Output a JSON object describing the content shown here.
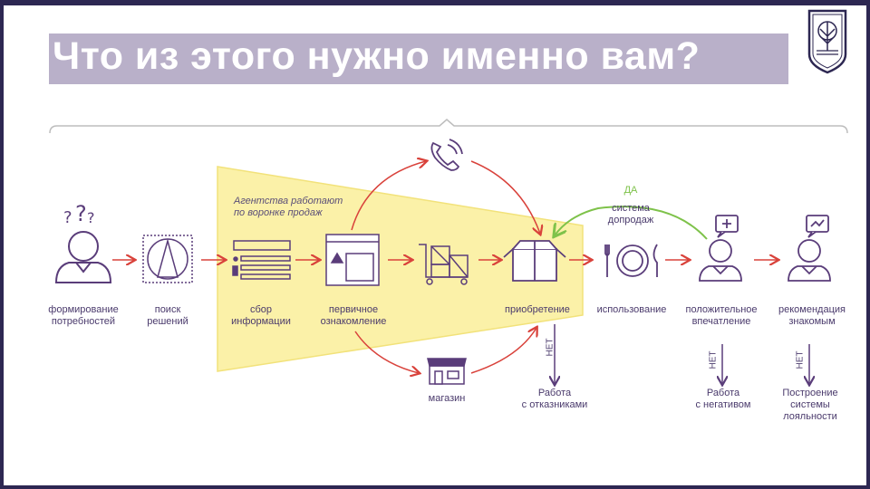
{
  "title": "Что из этого нужно именно вам?",
  "funnel_note": "Агентства работают\nпо воронке продаж",
  "stages": [
    {
      "id": "need",
      "label": "формирование\nпотребностей"
    },
    {
      "id": "search",
      "label": "поиск\nрешений"
    },
    {
      "id": "info",
      "label": "сбор\nинформации"
    },
    {
      "id": "first",
      "label": "первичное\nознакомление"
    },
    {
      "id": "purchase",
      "label": "приобретение"
    },
    {
      "id": "use",
      "label": "использование"
    },
    {
      "id": "positive",
      "label": "положительное\nвпечатление"
    },
    {
      "id": "recommend",
      "label": "рекомендация\nзнакомым"
    }
  ],
  "shop_label": "магазин",
  "upsell_label": "система\nдопродаж",
  "yes_label": "ДА",
  "no_label": "НЕТ",
  "outcomes": {
    "refusers": "Работа\nс отказниками",
    "negative": "Работа\nс негативом",
    "loyalty": "Построение\nсистемы\nлояльности"
  },
  "colors": {
    "accent_purple": "#5a3d7a",
    "arrow_red": "#d9423b",
    "arrow_green": "#7ec24a",
    "funnel_fill": "#fbf1a8",
    "title_box": "#b9b0c9",
    "frame": "#2d2752"
  }
}
